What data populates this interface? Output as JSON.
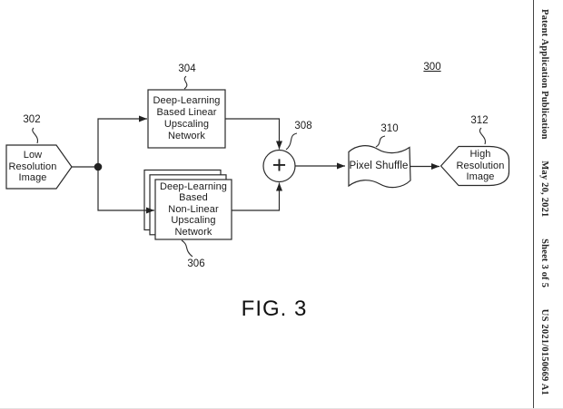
{
  "sidebar": {
    "publication": "Patent Application Publication",
    "date": "May 20, 2021",
    "sheet": "Sheet 3 of 5",
    "patent_number": "US 2021/0150669 A1"
  },
  "figure": {
    "caption": "FIG. 3",
    "diagram_ref": "300"
  },
  "nodes": {
    "input": {
      "ref": "302",
      "label": "Low Resolution Image",
      "lines": [
        "Low",
        "Resolution",
        "Image"
      ]
    },
    "linear": {
      "ref": "304",
      "label": "Deep-Learning Based Linear Upscaling Network",
      "lines": [
        "Deep-Learning",
        "Based Linear",
        "Upscaling",
        "Network"
      ]
    },
    "nonlinear": {
      "ref": "306",
      "label": "Deep-Learning Based Non-Linear Upscaling Network",
      "lines": [
        "Deep-Learning",
        "Based",
        "Non-Linear",
        "Upscaling",
        "Network"
      ]
    },
    "adder": {
      "ref": "308",
      "symbol": "+"
    },
    "pixel_shuffle": {
      "ref": "310",
      "label": "Pixel Shuffle"
    },
    "output": {
      "ref": "312",
      "label": "High Resolution Image",
      "lines": [
        "High",
        "Resolution",
        "Image"
      ]
    }
  },
  "colors": {
    "line": "#2a2a2a",
    "text": "#1a1a1a",
    "background": "#ffffff"
  }
}
